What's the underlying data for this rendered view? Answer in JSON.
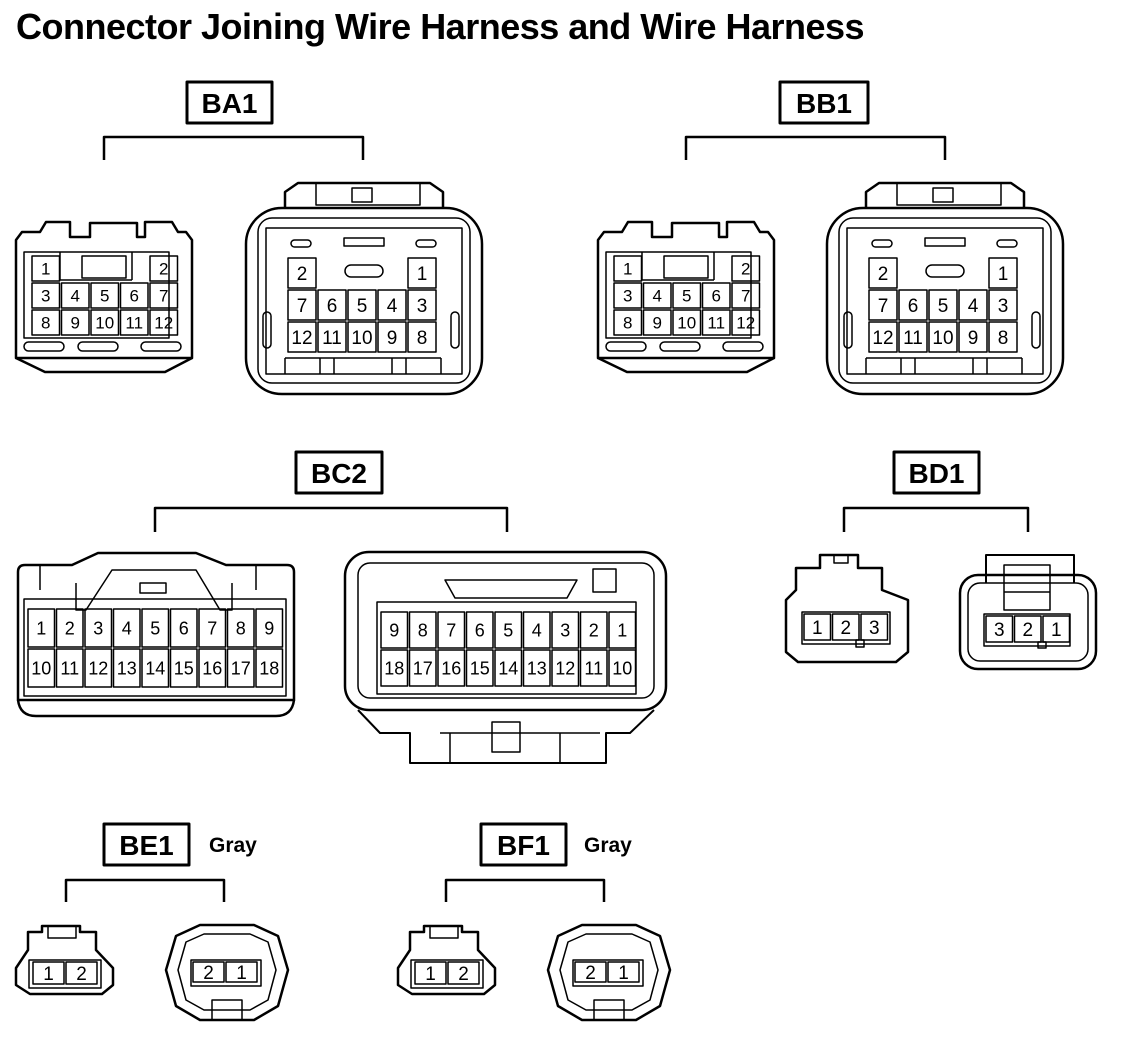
{
  "title": "Connector Joining Wire Harness and Wire Harness",
  "connectors": {
    "ba1": {
      "label": "BA1",
      "left_pins": [
        [
          "1",
          "",
          "",
          "",
          "2"
        ],
        [
          "3",
          "4",
          "5",
          "6",
          "7"
        ],
        [
          "8",
          "9",
          "10",
          "11",
          "12"
        ]
      ],
      "right_pins": [
        [
          "2",
          "",
          "",
          "",
          "1"
        ],
        [
          "7",
          "6",
          "5",
          "4",
          "3"
        ],
        [
          "12",
          "11",
          "10",
          "9",
          "8"
        ]
      ]
    },
    "bb1": {
      "label": "BB1",
      "left_pins": [
        [
          "1",
          "",
          "",
          "",
          "2"
        ],
        [
          "3",
          "4",
          "5",
          "6",
          "7"
        ],
        [
          "8",
          "9",
          "10",
          "11",
          "12"
        ]
      ],
      "right_pins": [
        [
          "2",
          "",
          "",
          "",
          "1"
        ],
        [
          "7",
          "6",
          "5",
          "4",
          "3"
        ],
        [
          "12",
          "11",
          "10",
          "9",
          "8"
        ]
      ]
    },
    "bc2": {
      "label": "BC2",
      "left_pins": [
        [
          "1",
          "2",
          "3",
          "4",
          "5",
          "6",
          "7",
          "8",
          "9"
        ],
        [
          "10",
          "11",
          "12",
          "13",
          "14",
          "15",
          "16",
          "17",
          "18"
        ]
      ],
      "right_pins": [
        [
          "9",
          "8",
          "7",
          "6",
          "5",
          "4",
          "3",
          "2",
          "1"
        ],
        [
          "18",
          "17",
          "16",
          "15",
          "14",
          "13",
          "12",
          "11",
          "10"
        ]
      ]
    },
    "bd1": {
      "label": "BD1",
      "left_pins": [
        "1",
        "2",
        "3"
      ],
      "right_pins": [
        "3",
        "2",
        "1"
      ]
    },
    "be1": {
      "label": "BE1",
      "color": "Gray",
      "left_pins": [
        "1",
        "2"
      ],
      "right_pins": [
        "2",
        "1"
      ]
    },
    "bf1": {
      "label": "BF1",
      "color": "Gray",
      "left_pins": [
        "1",
        "2"
      ],
      "right_pins": [
        "2",
        "1"
      ]
    }
  }
}
